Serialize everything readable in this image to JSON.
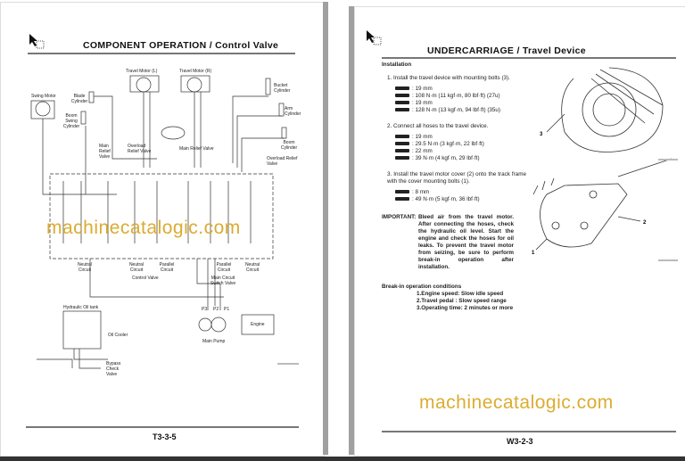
{
  "left_page": {
    "header": "COMPONENT OPERATION / Control Valve",
    "page_number": "T3-3-5",
    "diagram_labels": {
      "swing_motor": "Swing Motor",
      "travel_motor_l": "Travel Motor (L)",
      "travel_motor_r": "Travel Motor (R)",
      "blade_cylinder": "Blade Cylinder",
      "boom_swing_cylinder": "Boom Swing Cylinder",
      "bucket_cylinder": "Bucket Cylinder",
      "arm_cylinder": "Arm Cylinder",
      "boom_cylinder": "Boom Cylinder",
      "main_relief_valve_1": "Main Relief Valve",
      "overload_relief_valve_1": "Overload Relief Valve",
      "main_relief_valve_2": "Main Relief Valve",
      "overload_relief_valve_2": "Overload Relief Valve",
      "neutral_circuit_1": "Neutral Circuit",
      "neutral_circuit_2": "Neutral Circuit",
      "parallel_circuit_1": "Parallel Circuit",
      "parallel_circuit_2": "Parallel Circuit",
      "neutral_circuit_3": "Neutral Circuit",
      "control_valve": "Control Valve",
      "main_circuit_switch_valve": "Main Circuit Switch Valve",
      "hydraulic_oil_tank": "Hydraulic Oil tank",
      "oil_cooler": "Oil Cooler",
      "bypass_check_valve": "Bypass Check Valve",
      "p3": "P3",
      "p2": "P2",
      "p1": "P1",
      "engine": "Engine",
      "main_pump": "Main Pump"
    }
  },
  "right_page": {
    "header": "UNDERCARRIAGE / Travel Device",
    "page_number": "W3-2-3",
    "section_title": "Installation",
    "steps": [
      {
        "text": "1.  Install the travel device with mounting bolts (3).",
        "specs": [
          ": 19 mm",
          ": 108 N·m (11 kgf·m, 80 lbf·ft) (27u)",
          ": 19 mm",
          ": 128 N·m (13 kgf·m, 94 lbf·ft) (35u)"
        ]
      },
      {
        "text": "2.  Connect all hoses to the travel device.",
        "specs": [
          ": 19 mm",
          ": 29.5 N·m (3 kgf·m, 22 lbf·ft)",
          ": 22 mm",
          ": 39 N·m (4 kgf·m, 29 lbf·ft)"
        ]
      },
      {
        "text": "3.  Install the travel motor cover (2) onto the track frame with the cover mounting bolts (1).",
        "specs": [
          ": 8 mm",
          ": 49 N·m (5 kgf·m, 36 lbf·ft)"
        ]
      }
    ],
    "important_label": "IMPORTANT:",
    "important_text": "Bleed air from the travel motor. After connecting the hoses, check the hydraulic oil level. Start the engine and check the hoses for oil leaks. To prevent the travel motor from seizing, be sure to perform break-in operation after installation.",
    "breakin_title": "Break-in operation conditions",
    "breakin_items": [
      "1.Engine speed: Slow idle speed",
      "2.Travel pedal : Slow speed range",
      "3.Operating time: 2 minutes or more"
    ],
    "figure_callouts": [
      "3",
      "2",
      "1"
    ]
  },
  "watermark": "machinecatalogic.com",
  "colors": {
    "watermark": "#d9a520",
    "page_edge": "#a0a0a0"
  }
}
